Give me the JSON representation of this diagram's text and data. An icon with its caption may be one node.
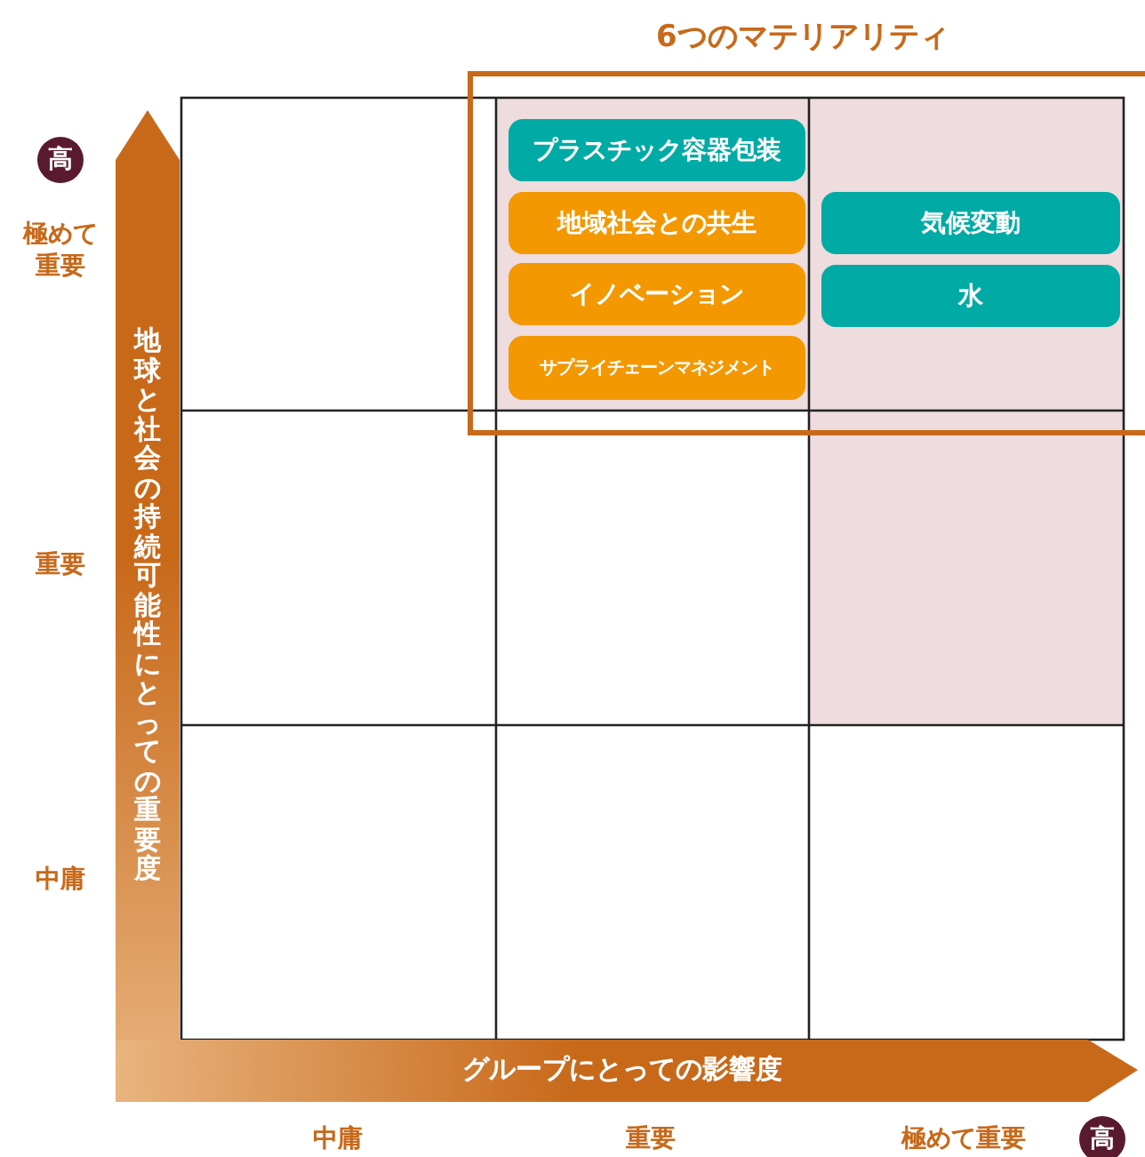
{
  "diagram": {
    "nodes": [
      {
        "text": [
          "6つのマテリアリティ"
        ]
      },
      {
        "text": [
          "プラスチック容器包装"
        ],
        "in": 0
      },
      {
        "text": [
          "地域社会との共生"
        ],
        "in": 0
      },
      {
        "text": [
          "気候変動"
        ],
        "in": 0
      },
      {
        "text": [
          "イノベーション"
        ],
        "in": 0
      },
      {
        "text": [
          "水"
        ],
        "in": 0
      },
      {
        "text": [
          "サプライチェーンマネジメント"
        ],
        "in": 0
      }
    ],
    "edges": [],
    "labels": [
      "高",
      "極めて重要",
      "地球と社会の持続可能性にとっての重要度",
      "重要",
      "中庸",
      "グループにとっての影響度",
      "中庸",
      "重要",
      "極めて重要",
      "高"
    ]
  }
}
